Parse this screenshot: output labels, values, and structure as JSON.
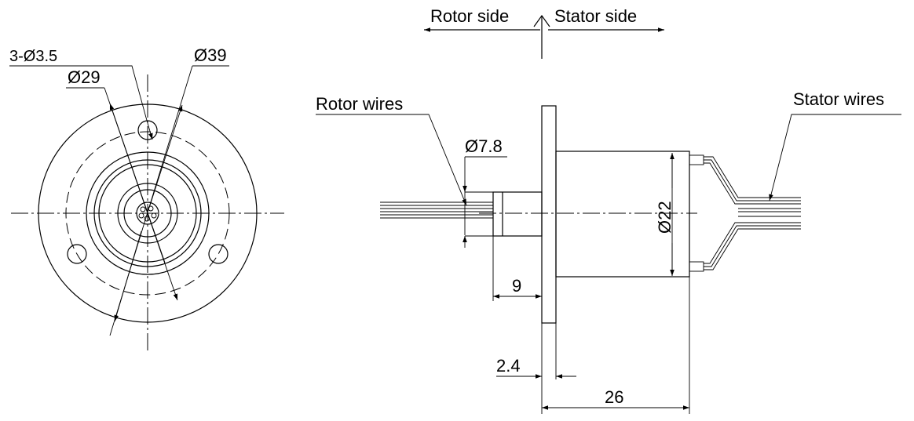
{
  "front_view": {
    "hole_label": "3-Ø3.5",
    "pcd_label": "Ø29",
    "outer_label": "Ø39"
  },
  "side_view": {
    "rotor_side": "Rotor side",
    "stator_side": "Stator side",
    "rotor_wires": "Rotor wires",
    "stator_wires": "Stator wires",
    "shaft_dia": "Ø7.8",
    "body_dia": "Ø22",
    "shaft_len": "9",
    "flange_thk": "2.4",
    "total_len": "26"
  }
}
